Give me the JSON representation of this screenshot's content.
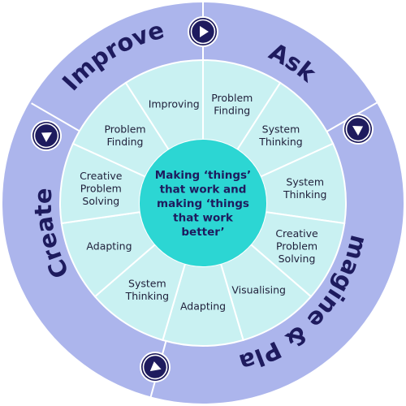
{
  "center": {
    "lines": [
      "Making ‘things’",
      "that work and",
      "making ‘things",
      "that work",
      "better’"
    ]
  },
  "stages": [
    {
      "label": "Ask"
    },
    {
      "label": "Imagine & Plan"
    },
    {
      "label": "Create"
    },
    {
      "label": "Improve"
    }
  ],
  "segments": [
    {
      "lines": [
        "Problem",
        "Finding"
      ]
    },
    {
      "lines": [
        "System",
        "Thinking"
      ]
    },
    {
      "lines": [
        "System",
        "Thinking"
      ]
    },
    {
      "lines": [
        "Creative",
        "Problem",
        "Solving"
      ]
    },
    {
      "lines": [
        "Visualising"
      ]
    },
    {
      "lines": [
        "Adapting"
      ]
    },
    {
      "lines": [
        "System",
        "Thinking"
      ]
    },
    {
      "lines": [
        "Adapting"
      ]
    },
    {
      "lines": [
        "Creative",
        "Problem",
        "Solving"
      ]
    },
    {
      "lines": [
        "Problem",
        "Finding"
      ]
    },
    {
      "lines": [
        "Improving"
      ]
    }
  ],
  "colors": {
    "outer_ring": "#acb5ec",
    "ring_divider": "#ffffff",
    "wedge_fill": "#c9f1f2",
    "wedge_stroke": "#ffffff",
    "center_fill": "#2cd6d3",
    "arrow_fill": "#1e1b5e",
    "text_dark": "#1e1b5e"
  },
  "icons": {
    "arrow": "play-arrow-icon"
  }
}
